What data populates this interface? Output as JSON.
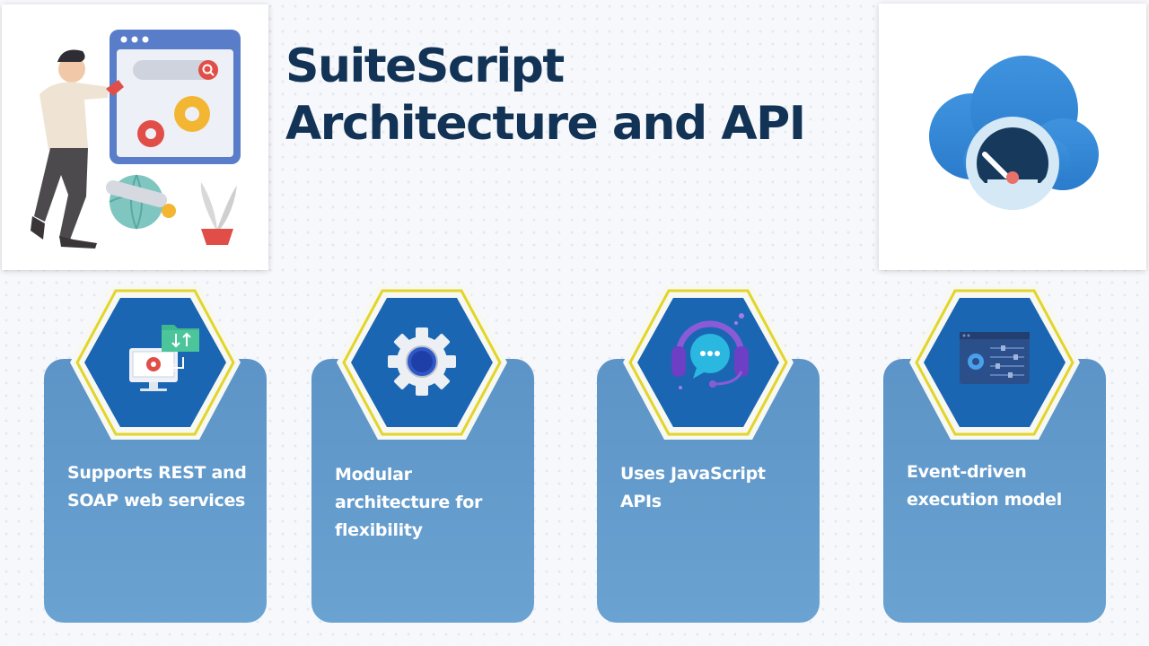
{
  "slide": {
    "title_line1": "SuiteScript",
    "title_line2": "Architecture and API"
  },
  "cards": [
    {
      "text": "Supports REST and SOAP web services",
      "icon": "monitor-settings-sync-icon"
    },
    {
      "text": "Modular architecture for flexibility",
      "icon": "gear-icon"
    },
    {
      "text": "Uses JavaScript APIs",
      "icon": "headset-chat-icon"
    },
    {
      "text": "Event-driven execution model",
      "icon": "settings-panel-icon"
    }
  ],
  "illustrations": {
    "left": "developer-with-browser-gears-illustration",
    "right": "cloud-speedometer-illustration"
  },
  "colors": {
    "title": "#123355",
    "card": "#6399cb",
    "hexagon": "#1a66b3",
    "hexagon_border": "#e2d52a",
    "text_on_card": "#ffffff"
  }
}
